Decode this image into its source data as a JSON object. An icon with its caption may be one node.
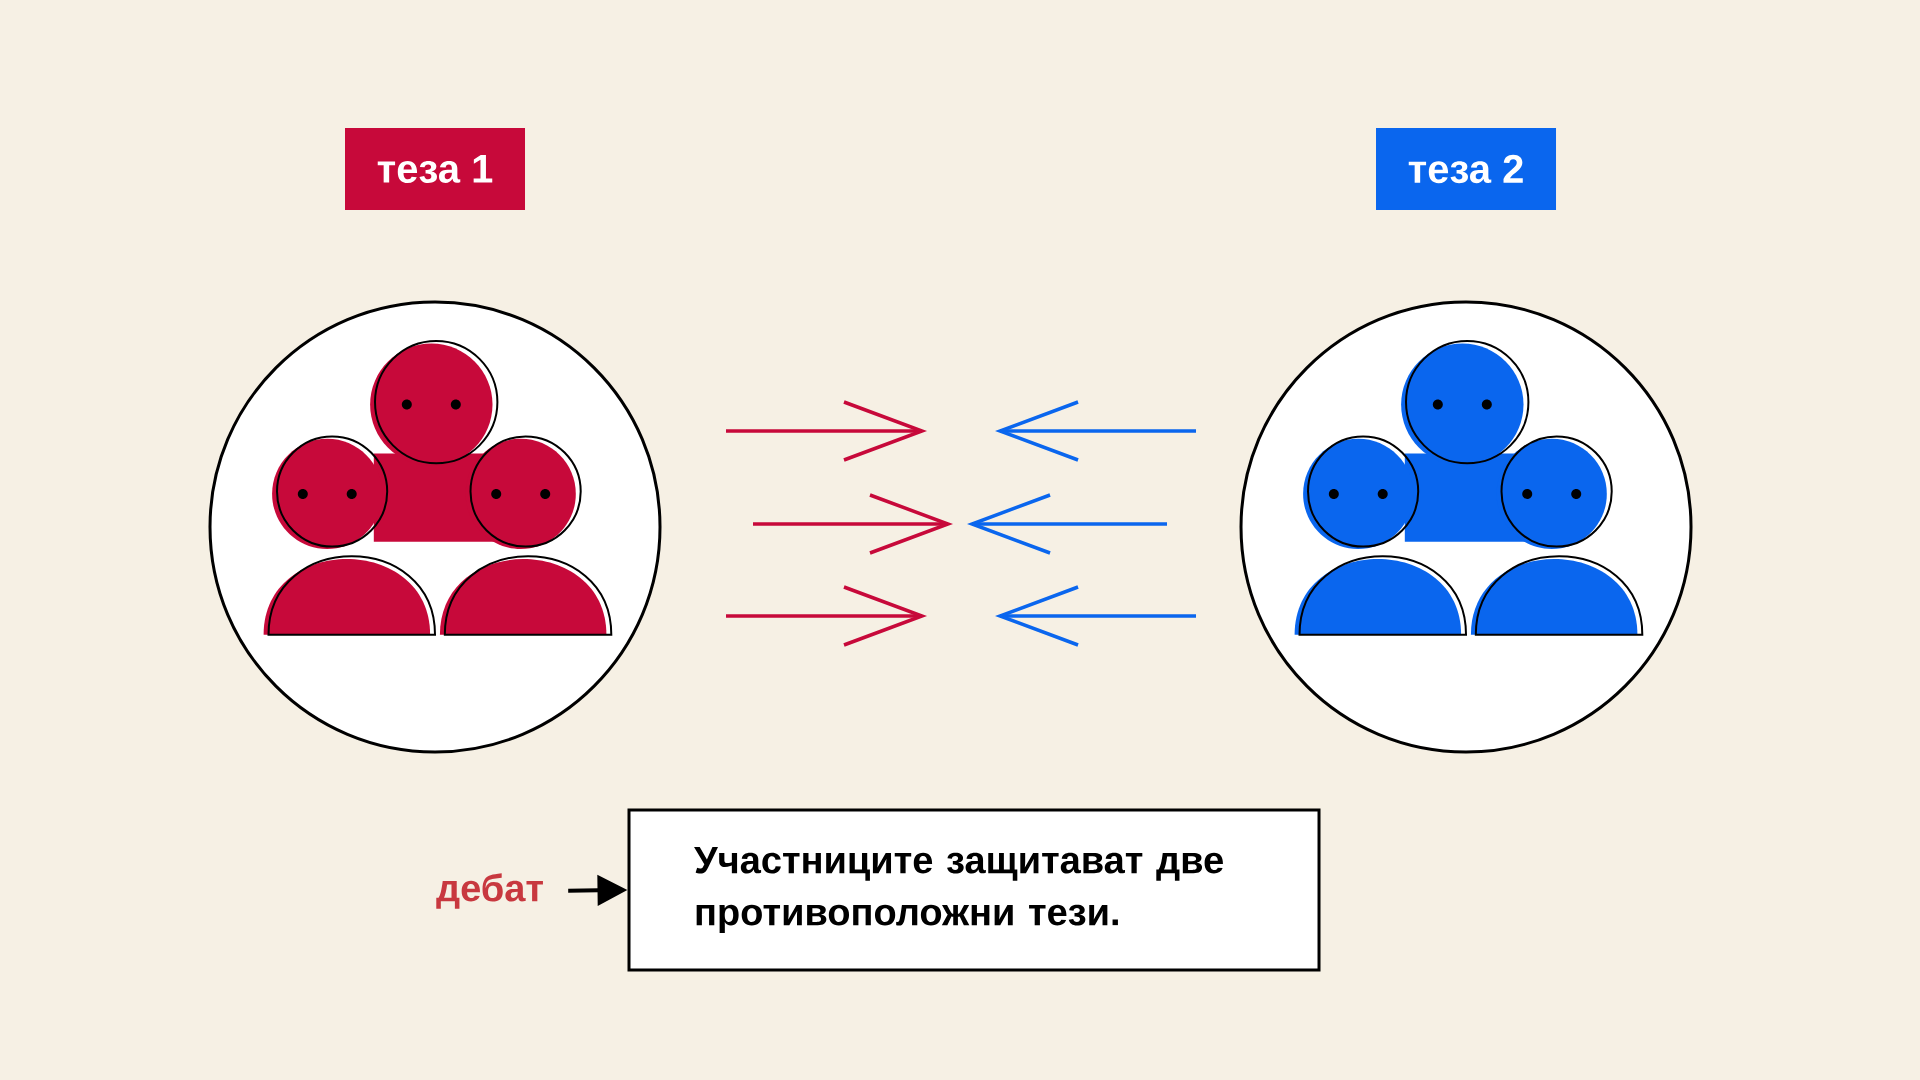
{
  "diagram": {
    "nodes": [
      {
        "text": [
          "теза 1"
        ]
      },
      {
        "text": [
          "теза 2"
        ]
      },
      {
        "text": [],
        "shape": "circle"
      },
      {
        "text": [],
        "shape": "circle"
      },
      {
        "text": [
          "дебат"
        ]
      },
      {
        "text": [
          "Участниците защитават две противоположни тези."
        ]
      }
    ],
    "edges": [
      {
        "from": 4,
        "to": 5,
        "arrow": "to"
      }
    ]
  }
}
